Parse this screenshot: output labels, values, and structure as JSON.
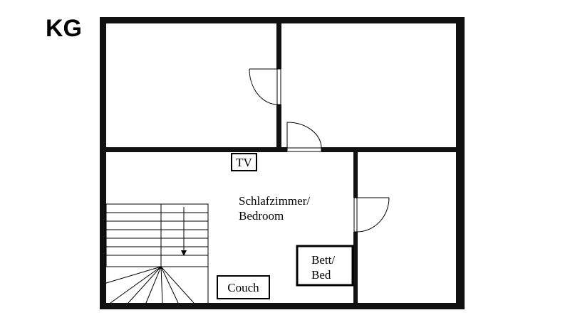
{
  "floor_label": "KG",
  "rooms": {
    "main": {
      "label_line1": "Schlafzimmer/",
      "label_line2": "Bedroom"
    }
  },
  "furniture": {
    "tv": "TV",
    "bed_line1": "Bett/",
    "bed_line2": "Bed",
    "couch": "Couch"
  },
  "colors": {
    "walls": "#111111",
    "background": "#ffffff",
    "lines": "#000000"
  }
}
